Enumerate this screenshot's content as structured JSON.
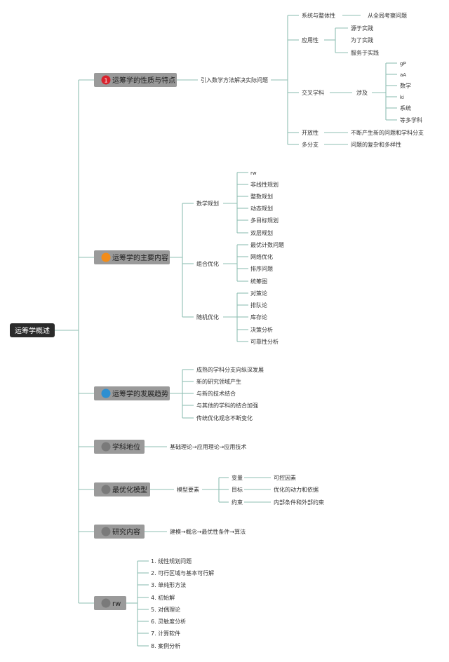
{
  "root": {
    "label": "运筹学概述"
  },
  "colors": {
    "line": "#8fbfb3",
    "root_bg": "#2b2b2b",
    "main_bg": "#9a9a9a",
    "badge_red": "#d9232d",
    "badge_orange": "#f28c18",
    "badge_blue": "#2d8fd1",
    "badge_grey": "#7a7a7a"
  },
  "branches": {
    "nature": {
      "label": "运筹学的性质与特点",
      "badge": "1",
      "intro": "引入数学方法解决实际问题",
      "system": {
        "label": "系统与整体性",
        "detail": "从全局考察问题"
      },
      "applied": {
        "label": "应用性",
        "items": [
          "源于实践",
          "为了实践",
          "服务于实践"
        ]
      },
      "cross": {
        "label": "交叉学科",
        "involve": "涉及",
        "items": [
          "gP",
          "aA",
          "数学",
          "ki",
          "系统",
          "等多学科"
        ]
      },
      "open": {
        "label": "开放性",
        "detail": "不断产生新的问题和学科分支"
      },
      "multi": {
        "label": "多分支",
        "detail": "问题的复杂和多样性"
      }
    },
    "content": {
      "label": "运筹学的主要内容",
      "math": {
        "label": "数学规划",
        "items": [
          "rw",
          "非线性规划",
          "整数规划",
          "动态规划",
          "多目标规划",
          "双层规划"
        ]
      },
      "combo": {
        "label": "组合优化",
        "items": [
          "最优计数问题",
          "网络优化",
          "排序问题",
          "统筹图"
        ]
      },
      "random": {
        "label": "随机优化",
        "items": [
          "对策论",
          "排队论",
          "库存论",
          "决策分析",
          "可靠性分析"
        ]
      }
    },
    "trend": {
      "label": "运筹学的发展趋势",
      "items": [
        "成熟的学科分支向纵深发展",
        "新的研究领域产生",
        "与新的技术结合",
        "与其他的学科的结合加强",
        "传统优化观念不断变化"
      ]
    },
    "status": {
      "label": "学科地位",
      "detail": "基础理论→应用理论→应用技术"
    },
    "model": {
      "label": "最优化模型",
      "elements": "模型要素",
      "rows": [
        {
          "label": "变量",
          "detail": "可控因素"
        },
        {
          "label": "目标",
          "detail": "优化的动力和依据"
        },
        {
          "label": "约束",
          "detail": "内部条件和外部约束"
        }
      ]
    },
    "research": {
      "label": "研究内容",
      "detail": "建模→概念→最优性条件→算法"
    },
    "lp": {
      "label": "rw",
      "items": [
        "1. 线性规划问题",
        "2. 可行区域与基本可行解",
        "3. 单纯形方法",
        "4. 初始解",
        "5. 对偶理论",
        "6. 灵敏度分析",
        "7. 计算软件",
        "8. 案例分析"
      ]
    }
  }
}
